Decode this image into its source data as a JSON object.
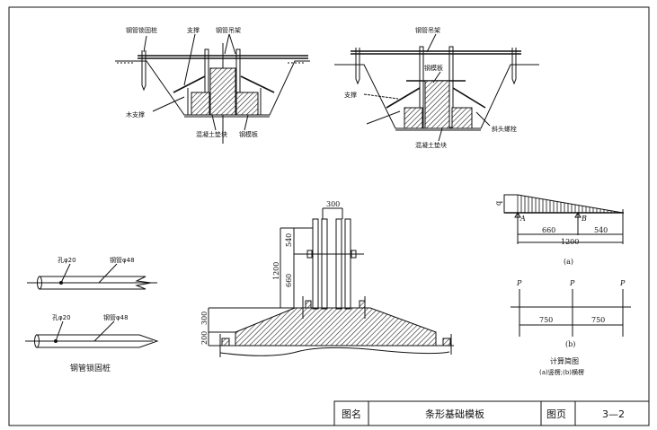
{
  "section1": {
    "labels": {
      "anchor_stake": "钢管锁固桩",
      "brace": "支撑",
      "hanger": "钢管吊架",
      "wood_brace": "木支撑",
      "concrete_pad": "混凝土垫块",
      "steel_form": "钢模板"
    }
  },
  "section2": {
    "labels": {
      "hanger": "钢管吊架",
      "steel_form": "钢模板",
      "brace": "支撑",
      "bolt": "斜头螺栓",
      "concrete_pad": "混凝土垫块"
    }
  },
  "stakes": {
    "hole_label_1": "孔φ20",
    "pipe_label_1": "钢管φ48",
    "hole_label_2": "孔φ20",
    "pipe_label_2": "钢管φ48",
    "caption": "钢管锁固桩"
  },
  "elevation": {
    "dim_width": "300",
    "dim_540": "540",
    "dim_1200": "1200",
    "dim_660": "660",
    "dim_300": "300",
    "dim_200": "200"
  },
  "calc": {
    "a": {
      "q": "q",
      "support_a": "A",
      "support_b": "B",
      "span1": "660",
      "span2": "540",
      "total": "1200",
      "label": "(a)"
    },
    "b": {
      "p1": "P",
      "p2": "P",
      "p3": "P",
      "span1": "750",
      "span2": "750",
      "label": "(b)"
    },
    "title": "计算简图",
    "subtitle": "(a)竖楞;(b)横楞"
  },
  "title_block": {
    "name_label": "图名",
    "name": "条形基础模板",
    "page_label": "图页",
    "page": "3—2"
  }
}
